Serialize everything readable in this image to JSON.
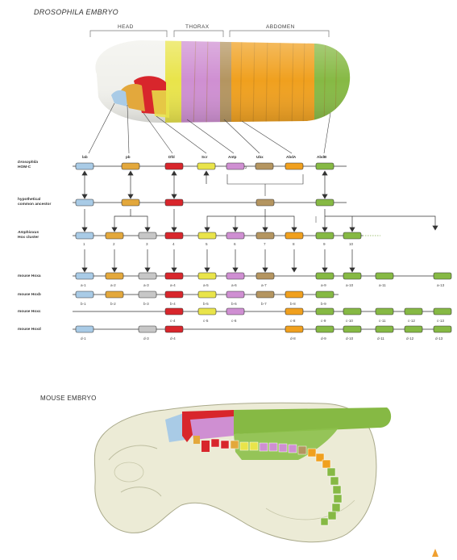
{
  "colors": {
    "lab": "#a9cbe6",
    "pb": "#e3a83c",
    "dfd": "#d8262c",
    "scr": "#e9e44a",
    "antp": "#cf8fd2",
    "ubx": "#b49560",
    "abda": "#f0a01e",
    "abdb": "#86b944",
    "gray": "#c7c7c7",
    "embryo_white": "#f2f2ee",
    "mouse_body": "#ecebd6",
    "mouse_outline": "#a9a98a",
    "line": "#333333"
  },
  "drosophila": {
    "title": "DROSOPHILA EMBRYO",
    "regions": [
      "HEAD",
      "THORAX",
      "ABDOMEN"
    ],
    "gene_labels": [
      "lab",
      "pb",
      "Dfd",
      "Scr",
      "Antp",
      "Ubx",
      "AbdA",
      "AbdB"
    ]
  },
  "rows": {
    "hom_c": {
      "label1": "Drosophila",
      "label2": "HOM-C"
    },
    "ancestor": {
      "label1": "hypothetical",
      "label2": "common ancestor"
    },
    "amphioxus": {
      "label1": "Amphioxus",
      "label2": "Hox cluster",
      "numbers": [
        "1",
        "2",
        "3",
        "4",
        "5",
        "6",
        "7",
        "8",
        "9",
        "10"
      ]
    },
    "hoxa": {
      "label": "mouse Hoxa",
      "genes": [
        "a-1",
        "a-2",
        "a-3",
        "a-4",
        "a-5",
        "a-6",
        "a-7",
        "a-9",
        "a-10",
        "a-11",
        "a-13"
      ]
    },
    "hoxb": {
      "label": "mouse Hoxb",
      "genes": [
        "b-1",
        "b-2",
        "b-3",
        "b-4",
        "b-5",
        "b-6",
        "b-7",
        "b-8",
        "b-9"
      ]
    },
    "hoxc": {
      "label": "mouse Hoxc",
      "genes": [
        "c-4",
        "c-5",
        "c-6",
        "c-8",
        "c-9",
        "c-10",
        "c-11",
        "c-12",
        "c-13"
      ]
    },
    "hoxd": {
      "label": "mouse Hoxd",
      "genes": [
        "d-1",
        "d-3",
        "d-4",
        "d-8",
        "d-9",
        "d-10",
        "d-11",
        "d-12",
        "d-13"
      ]
    }
  },
  "mouse": {
    "title": "MOUSE EMBRYO"
  }
}
